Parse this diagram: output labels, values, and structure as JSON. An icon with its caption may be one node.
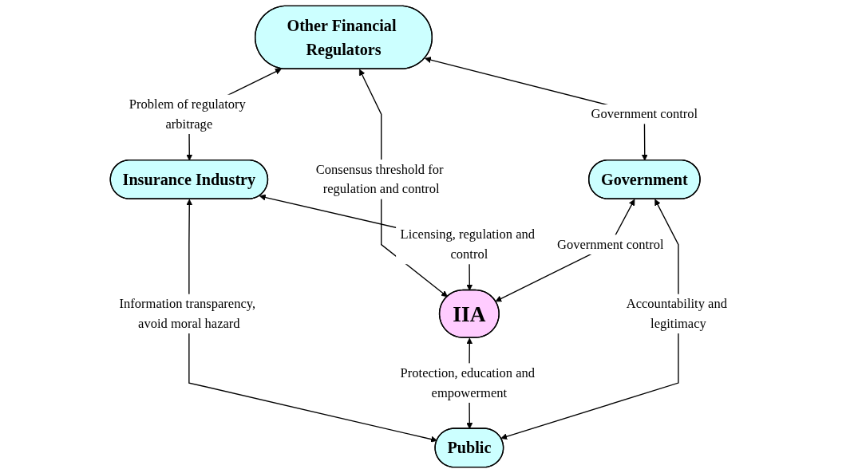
{
  "diagram": {
    "nodes": [
      {
        "text": [
          "Other Financial Regulators"
        ]
      },
      {
        "text": [
          "Insurance Industry"
        ]
      },
      {
        "text": [
          "IIA"
        ]
      },
      {
        "text": [
          "Government"
        ]
      },
      {
        "text": [
          "Public"
        ]
      }
    ],
    "edges": [
      {
        "from": 0,
        "to": 1,
        "arrow": "both",
        "label": "Problem of regulatory arbitrage"
      },
      {
        "from": 0,
        "to": 2,
        "arrow": "both",
        "label": "Consensus threshold for regulation and control"
      },
      {
        "from": 1,
        "to": 2,
        "arrow": "both",
        "label": "Licensing, regulation and control"
      },
      {
        "from": 0,
        "to": 3,
        "arrow": "both",
        "label": "Government control"
      },
      {
        "from": 1,
        "to": 4,
        "arrow": "both",
        "label": "Information transparency, avoid moral hazard"
      },
      {
        "from": 3,
        "to": 2,
        "arrow": "both",
        "label": "Government control"
      },
      {
        "from": 2,
        "to": 4,
        "arrow": "both",
        "label": "Protection, education and empowerment"
      },
      {
        "from": 3,
        "to": 4,
        "arrow": "both",
        "label": "Accountability and legitimacy"
      }
    ]
  }
}
